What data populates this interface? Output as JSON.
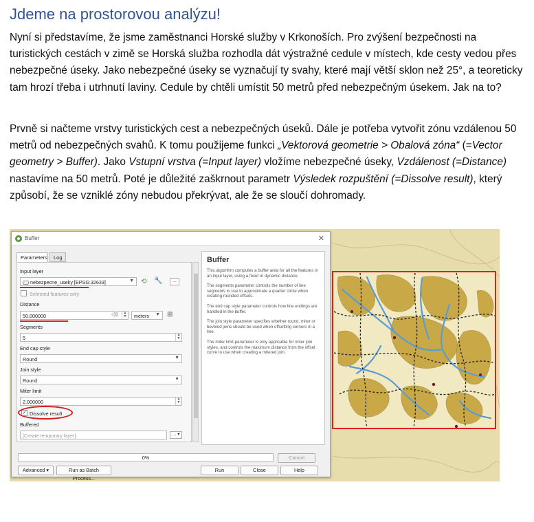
{
  "title": "Jdeme na prostorovou analýzu!",
  "p1": "Nyní si představíme, že jsme zaměstnanci Horské služby v Krkonoších. Pro zvýšení bezpečnosti na turistických cestách v zimě se Horská služba rozhodla dát výstražné cedule v místech, kde cesty vedou přes nebezpečné úseky. Jako nebezpečné úseky se vyznačují ty svahy, které mají větší sklon než 25°, a teoreticky tam hrozí třeba i utrhnutí laviny. Cedule by chtěli umístit 50 metrů před nebezpečným úsekem. Jak na to?",
  "p2": {
    "s1": "Prvně si načteme vrstvy turistických cest a nebezpečných úseků. Dále je potřeba vytvořit zónu vzdálenou 50 metrů od nebezpečných svahů. K tomu použijeme funkci ",
    "i1": "„Vektorová geometrie > Obalová zóna“",
    "s2": " (=",
    "i2": "Vector geometry > Buffer)",
    "s3": ". Jako ",
    "i3": "Vstupní vrstva (=Input layer)",
    "s4": " vložíme nebezpečné úseky, ",
    "i4": "Vzdálenost (=Distance)",
    "s5": " nastavíme na 50 metrů. Poté je důležité zaškrnout parametr ",
    "i5": "Výsledek rozpuštění (=Dissolve result)",
    "s6": ", který způsobí, že se vzniklé zóny nebudou překrývat, ale že se sloučí dohromady."
  },
  "dialog": {
    "title": "Buffer",
    "tabs": [
      "Parameters",
      "Log"
    ],
    "input_layer_label": "Input layer",
    "input_layer_value": "nebezpecne_useky [EPSG:32633]",
    "selected_only_label": "Selected features only",
    "distance_label": "Distance",
    "distance_value": "50,000000",
    "distance_unit": "meters",
    "segments_label": "Segments",
    "segments_value": "5",
    "end_cap_label": "End cap style",
    "end_cap_value": "Round",
    "join_label": "Join style",
    "join_value": "Round",
    "miter_label": "Miter limit",
    "miter_value": "2,000000",
    "dissolve_label": "Dissolve result",
    "buffered_label": "Buffered",
    "buffered_placeholder": "[Create temporary layer]",
    "help_title": "Buffer",
    "help_texts": [
      "This algorithm computes a buffer area for all the features in an input layer, using a fixed or dynamic distance.",
      "The segments parameter controls the number of line segments to use to approximate a quarter circle when creating rounded offsets.",
      "The end cap style parameter controls how line endings are handled in the buffer.",
      "The join style parameter specifies whether round, miter or beveled joins should be used when offsetting corners in a line.",
      "The miter limit parameter is only applicable for miter join styles, and controls the maximum distance from the offset curve to use when creating a mitered join."
    ],
    "progress": "0%",
    "cancel": "Cancel",
    "advanced": "Advanced",
    "batch": "Run as Batch Process...",
    "run": "Run",
    "close": "Close",
    "help": "Help"
  },
  "colors": {
    "heading": "#2f5597",
    "map_background": "#e7dcab",
    "slope_fill": "#c9a848",
    "stream": "#5b9bd5",
    "extent_frame": "#e02020",
    "annotation": "#d21f1f"
  }
}
